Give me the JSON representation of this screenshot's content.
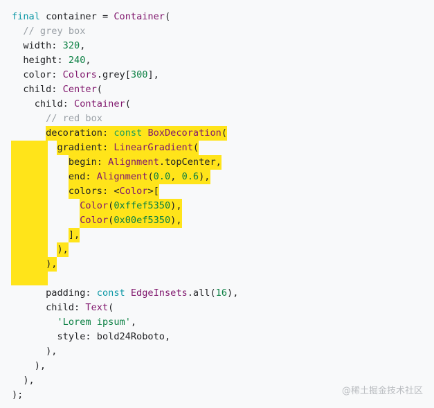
{
  "code": {
    "lines": [
      {
        "segments": [
          {
            "t": "final",
            "c": "kw"
          },
          {
            "t": " container = "
          },
          {
            "t": "Container",
            "c": "ty"
          },
          {
            "t": "("
          }
        ]
      },
      {
        "segments": [
          {
            "t": "  "
          },
          {
            "t": "// grey box",
            "c": "cm"
          }
        ]
      },
      {
        "segments": [
          {
            "t": "  width: "
          },
          {
            "t": "320",
            "c": "num"
          },
          {
            "t": ","
          }
        ]
      },
      {
        "segments": [
          {
            "t": "  height: "
          },
          {
            "t": "240",
            "c": "num"
          },
          {
            "t": ","
          }
        ]
      },
      {
        "segments": [
          {
            "t": "  color: "
          },
          {
            "t": "Colors",
            "c": "ty"
          },
          {
            "t": ".grey["
          },
          {
            "t": "300",
            "c": "num"
          },
          {
            "t": "],"
          }
        ]
      },
      {
        "segments": [
          {
            "t": "  child: "
          },
          {
            "t": "Center",
            "c": "ty"
          },
          {
            "t": "("
          }
        ]
      },
      {
        "segments": [
          {
            "t": "    child: "
          },
          {
            "t": "Container",
            "c": "ty"
          },
          {
            "t": "("
          }
        ]
      },
      {
        "segments": [
          {
            "t": "      "
          },
          {
            "t": "// red box",
            "c": "cm"
          }
        ]
      },
      {
        "segments": [
          {
            "t": "      "
          },
          {
            "t": "decoration: ",
            "h": true
          },
          {
            "t": "const ",
            "c": "cst",
            "h": true
          },
          {
            "t": "BoxDecoration",
            "c": "ty",
            "h": true
          },
          {
            "t": "(",
            "h": true
          }
        ]
      },
      {
        "segments": [
          {
            "t": "        "
          },
          {
            "t": "gradient: ",
            "h": true
          },
          {
            "t": "LinearGradient",
            "c": "ty",
            "h": true
          },
          {
            "t": "(",
            "h": true
          }
        ]
      },
      {
        "segments": [
          {
            "t": "          "
          },
          {
            "t": "begin: ",
            "h": true
          },
          {
            "t": "Alignment",
            "c": "ty",
            "h": true
          },
          {
            "t": ".topCenter,",
            "h": true
          }
        ]
      },
      {
        "segments": [
          {
            "t": "          "
          },
          {
            "t": "end: ",
            "h": true
          },
          {
            "t": "Alignment",
            "c": "ty",
            "h": true
          },
          {
            "t": "(",
            "h": true
          },
          {
            "t": "0.0",
            "c": "num",
            "h": true
          },
          {
            "t": ", ",
            "h": true
          },
          {
            "t": "0.6",
            "c": "num",
            "h": true
          },
          {
            "t": "),",
            "h": true
          }
        ]
      },
      {
        "segments": [
          {
            "t": "          "
          },
          {
            "t": "colors: <",
            "h": true
          },
          {
            "t": "Color",
            "c": "ty",
            "h": true
          },
          {
            "t": ">[",
            "h": true
          }
        ]
      },
      {
        "segments": [
          {
            "t": "            "
          },
          {
            "t": "Color",
            "c": "ty",
            "h": true
          },
          {
            "t": "(",
            "h": true
          },
          {
            "t": "0xffef5350",
            "c": "num",
            "h": true
          },
          {
            "t": "),",
            "h": true
          }
        ]
      },
      {
        "segments": [
          {
            "t": "            "
          },
          {
            "t": "Color",
            "c": "ty",
            "h": true
          },
          {
            "t": "(",
            "h": true
          },
          {
            "t": "0x00ef5350",
            "c": "num",
            "h": true
          },
          {
            "t": "),",
            "h": true
          }
        ]
      },
      {
        "segments": [
          {
            "t": "          "
          },
          {
            "t": "],",
            "h": true
          }
        ]
      },
      {
        "segments": [
          {
            "t": "        "
          },
          {
            "t": "),",
            "h": true
          }
        ]
      },
      {
        "segments": [
          {
            "t": "      "
          },
          {
            "t": "),",
            "h": true
          }
        ]
      },
      {
        "segments": [
          {
            "t": ""
          }
        ]
      },
      {
        "segments": [
          {
            "t": "      padding: "
          },
          {
            "t": "const ",
            "c": "kw"
          },
          {
            "t": "EdgeInsets",
            "c": "ty"
          },
          {
            "t": ".all("
          },
          {
            "t": "16",
            "c": "num"
          },
          {
            "t": "),"
          }
        ]
      },
      {
        "segments": [
          {
            "t": "      child: "
          },
          {
            "t": "Text",
            "c": "ty"
          },
          {
            "t": "("
          }
        ]
      },
      {
        "segments": [
          {
            "t": "        "
          },
          {
            "t": "'Lorem ipsum'",
            "c": "str"
          },
          {
            "t": ","
          }
        ]
      },
      {
        "segments": [
          {
            "t": "        style: bold24Roboto,"
          }
        ]
      },
      {
        "segments": [
          {
            "t": "      ),"
          }
        ]
      },
      {
        "segments": [
          {
            "t": "    ),"
          }
        ]
      },
      {
        "segments": [
          {
            "t": "  ),"
          }
        ]
      },
      {
        "segments": [
          {
            "t": ");"
          }
        ]
      }
    ]
  },
  "highlight_color": "#ffe41a",
  "watermark": "@稀土掘金技术社区"
}
